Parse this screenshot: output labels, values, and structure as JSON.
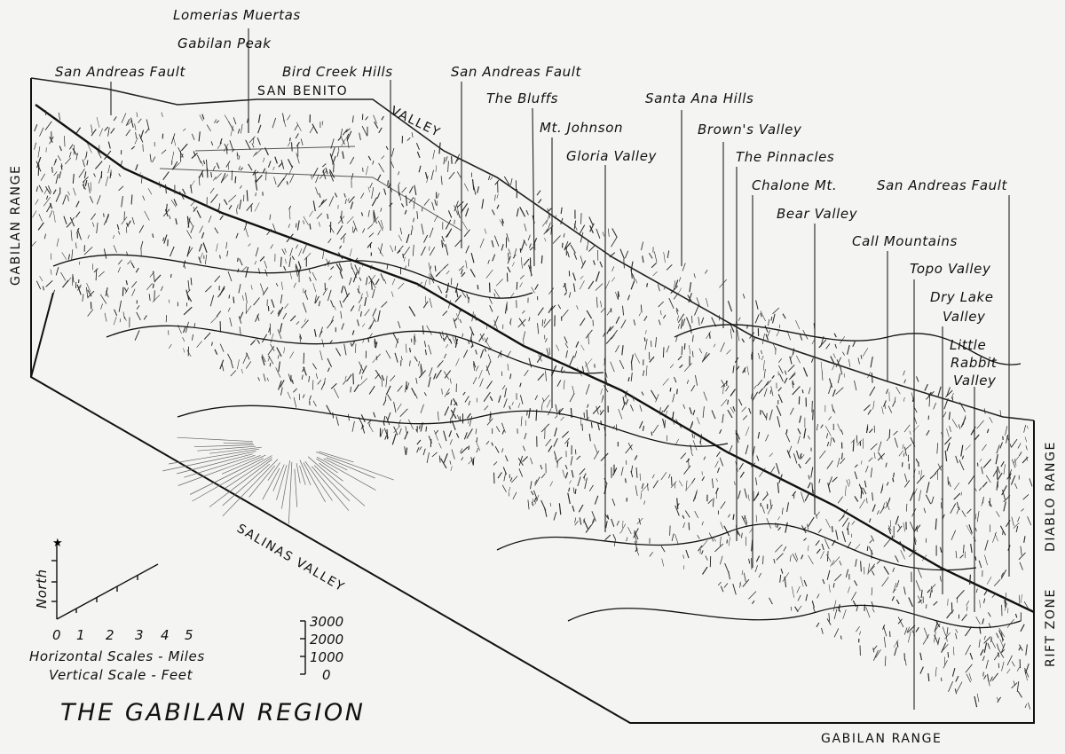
{
  "title": "THE GABILAN REGION",
  "labels": {
    "lomerias_muertas": "Lomerias Muertas",
    "gabilan_peak": "Gabilan Peak",
    "san_andreas_fault_1": "San Andreas Fault",
    "bird_creek_hills": "Bird Creek Hills",
    "san_benito": "SAN BENITO",
    "valley_top": "VALLEY",
    "san_andreas_fault_2": "San Andreas Fault",
    "the_bluffs": "The Bluffs",
    "mt_johnson": "Mt. Johnson",
    "gloria_valley": "Gloria Valley",
    "santa_ana_hills": "Santa Ana Hills",
    "browns_valley": "Brown's Valley",
    "the_pinnacles": "The Pinnacles",
    "chalone_mt": "Chalone Mt.",
    "san_andreas_fault_3": "San Andreas Fault",
    "bear_valley": "Bear Valley",
    "call_mountains": "Call Mountains",
    "topo_valley": "Topo Valley",
    "dry_lake_valley": [
      "Dry Lake",
      "Valley"
    ],
    "little_rabbit_valley": [
      "Little",
      "Rabbit",
      "Valley"
    ],
    "gabilan_range_left": "GABILAN RANGE",
    "gabilan_range_bottom": "GABILAN RANGE",
    "salinas_valley": "SALINAS VALLEY",
    "diablo_range": "DIABLO RANGE",
    "rift_zone": "RIFT ZONE"
  },
  "scale": {
    "north": "North",
    "horizontal_ticks": [
      "0",
      "1",
      "2",
      "3",
      "4",
      "5"
    ],
    "horizontal_label": "Horizontal Scales - Miles",
    "vertical_ticks": [
      "3000",
      "2000",
      "1000",
      "0"
    ],
    "vertical_label": "Vertical Scale - Feet"
  },
  "colors": {
    "ink": "#111111",
    "paper": "#f4f4f2"
  }
}
